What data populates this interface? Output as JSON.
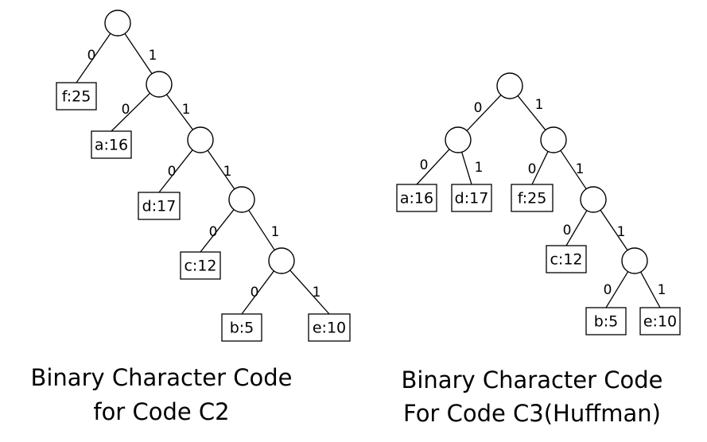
{
  "trees": [
    {
      "id": "c2",
      "caption": [
        "Binary Character Code",
        "for Code C2"
      ],
      "edge_labels": {
        "left": "0",
        "right": "1"
      },
      "leaves": [
        "f:25",
        "a:16",
        "d:17",
        "c:12",
        "b:5",
        "e:10"
      ]
    },
    {
      "id": "c3",
      "caption": [
        "Binary Character Code",
        "For Code C3(Huffman)"
      ],
      "edge_labels": {
        "left": "0",
        "right": "1"
      },
      "leaves": [
        "a:16",
        "d:17",
        "f:25",
        "c:12",
        "b:5",
        "e:10"
      ]
    }
  ]
}
